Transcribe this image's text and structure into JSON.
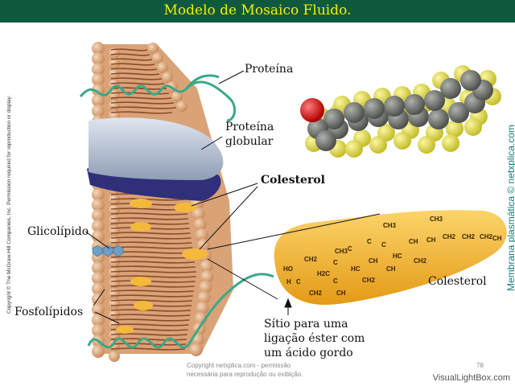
{
  "title": "Modelo de Mosaico Fluido.",
  "labels": {
    "proteina": "Proteína",
    "proteina_globular_1": "Proteína",
    "proteina_globular_2": "globular",
    "colesterol_top": "Colesterol",
    "glicolipido": "Glicolípido",
    "fosfolipidos": "Fosfolípidos",
    "colesterol_molecule": "Colesterol",
    "sitio_1": "Sítio para uma",
    "sitio_2": "ligação éster com",
    "sitio_3": "um ácido gordo"
  },
  "formula": {
    "ho": "HO",
    "h1": "H",
    "c": "C",
    "ch": "CH",
    "ch2": "CH2",
    "ch3": "CH3",
    "h2c": "H2C",
    "hc": "HC"
  },
  "copyright_left": "Copyright © The McGraw-Hill Companies, Inc. Permission required for reproduction or display.",
  "copyright_right": "Membrana plasmática © netxplica.com",
  "footer_1": "Copyright netxplica.com - permissão",
  "footer_2": "necessária para reprodução ou exibição.",
  "page_number": "78",
  "watermark": "VisualLightBox.com",
  "colors": {
    "title_bg": "#0f5a3e",
    "title_text": "#f4f000",
    "phospholipid_head": "#e0ac7e",
    "tail": "#8b4a2b",
    "protein_helix": "#3aa888",
    "globular_protein": "#b8c6d8",
    "cholesterol": "#f3b93a",
    "molecule_carbon": "#7a7d78",
    "molecule_hydrogen": "#e5e060",
    "molecule_oxygen": "#dd1a1a"
  }
}
